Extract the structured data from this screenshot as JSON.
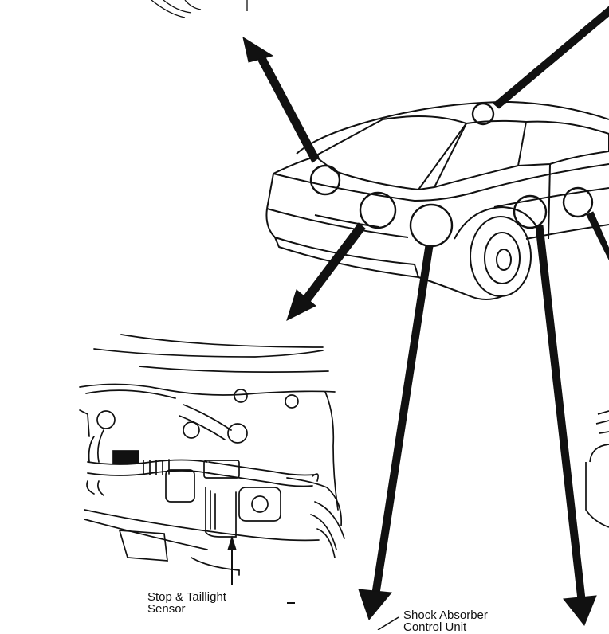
{
  "labels": {
    "stop_taillight_line1": "Stop & Taillight",
    "stop_taillight_line2": "Sensor",
    "shock_absorber_line1": "Shock Absorber",
    "shock_absorber_line2": "Control Unit"
  },
  "colors": {
    "ink": "#111111",
    "background": "#ffffff"
  }
}
